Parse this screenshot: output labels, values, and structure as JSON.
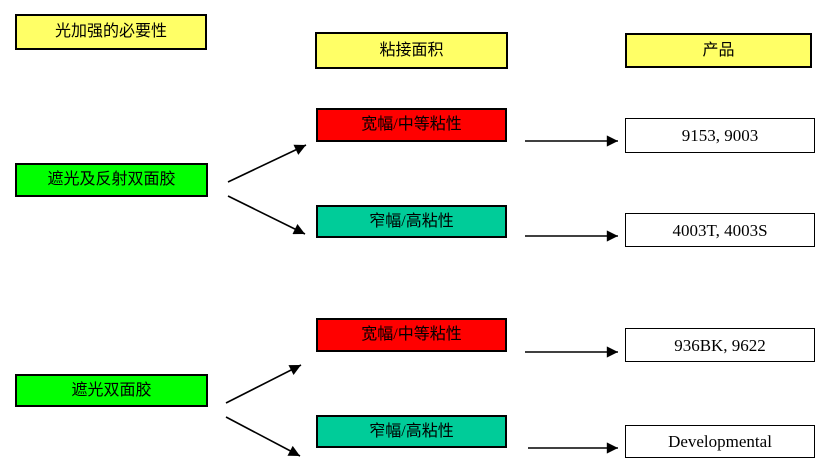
{
  "diagram": {
    "headers": [
      {
        "label": "光加强的必要性"
      },
      {
        "label": "粘接面积"
      },
      {
        "label": "产品"
      }
    ],
    "sections": [
      {
        "source": "遮光及反射双面胶",
        "branches": [
          {
            "attribute": "宽幅/中等粘性",
            "products": "9153, 9003"
          },
          {
            "attribute": "窄幅/高粘性",
            "products": "4003T, 4003S"
          }
        ]
      },
      {
        "source": "遮光双面胶",
        "branches": [
          {
            "attribute": "宽幅/中等粘性",
            "products": "936BK, 9622"
          },
          {
            "attribute": "窄幅/高粘性",
            "products": "Developmental"
          }
        ]
      }
    ],
    "colors": {
      "header_fill": "#FFFF66",
      "source_fill": "#00FF00",
      "wide_attribute_fill": "#FF0000",
      "narrow_attribute_fill": "#00CC99",
      "product_fill": "#FFFFFF",
      "border": "#000000",
      "arrow": "#000000"
    }
  }
}
